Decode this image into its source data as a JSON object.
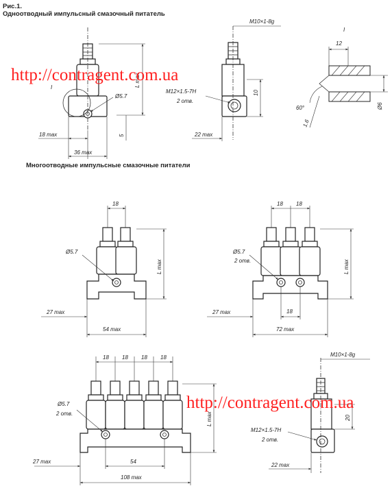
{
  "figure": {
    "label": "Рис.1.",
    "title_single": "Одноотводный импульсный смазочный питатель",
    "title_multi": "Многоотводные импульсные смазочные питатели"
  },
  "watermark": "http://contragent.com.ua",
  "single_front": {
    "d57": "Ø5.7",
    "i": "I",
    "lmax": "L max",
    "d18": "18 max",
    "d36": "36 max",
    "d5": "5"
  },
  "single_side": {
    "m10": "M10×1-8g",
    "m12": "M12×1.5-7H",
    "otv": "2 отв.",
    "d10": "10",
    "d22": "22 max"
  },
  "detail": {
    "i": "I",
    "d12": "12",
    "a60": "60°",
    "d16": "1.6",
    "d6": "Ø6"
  },
  "two": {
    "d18": "18",
    "d57": "Ø5.7",
    "d27": "27 max",
    "d54": "54 max",
    "lmax": "L max"
  },
  "three": {
    "d18a": "18",
    "d18b": "18",
    "d57": "Ø5.7",
    "otv": "2 отв.",
    "d27": "27 max",
    "d18c": "18",
    "d72": "72 max",
    "lmax": "L max"
  },
  "five": {
    "d18": [
      "18",
      "18",
      "18",
      "18"
    ],
    "d57": "Ø5.7",
    "otv": "2 отв.",
    "d27": "27 max",
    "d54": "54",
    "d108": "108 max",
    "lmax": "L max"
  },
  "side2": {
    "m10": "M10×1-8g",
    "m12": "M12×1.5-7H",
    "otv": "2 отв.",
    "d20": "20",
    "d22": "22 max"
  }
}
